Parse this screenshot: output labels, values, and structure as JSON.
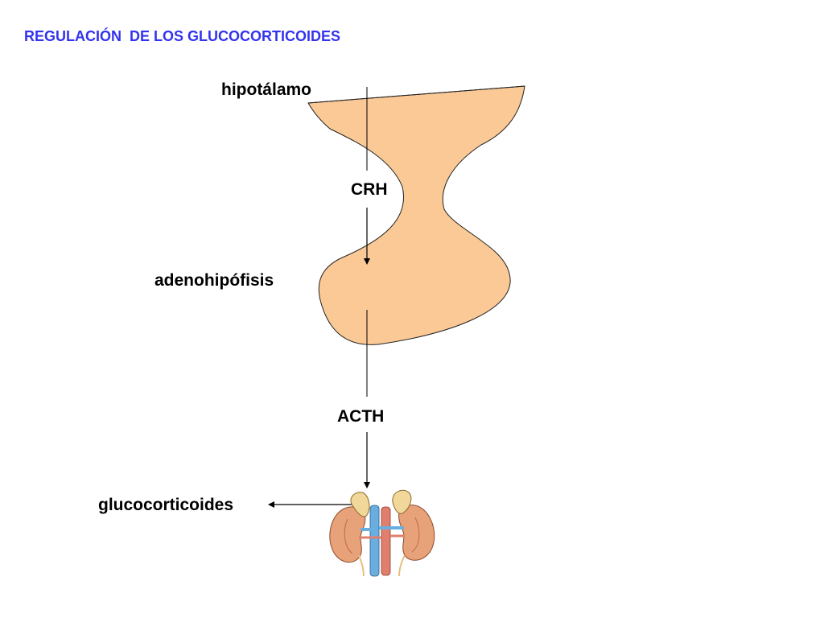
{
  "title": "REGULACIÓN  DE LOS GLUCOCORTICOIDES",
  "labels": {
    "hypothalamus": "hipotálamo",
    "crh": "CRH",
    "adenohypophysis": "adenohipófisis",
    "acth": "ACTH",
    "glucocorticoids": "glucocorticoides"
  },
  "colors": {
    "title": "#3333ee",
    "gland_fill": "#fbc995",
    "kidney": "#e8a27a",
    "adrenal": "#f2d79a",
    "vein": "#6aaee0",
    "artery": "#e07f6e"
  }
}
